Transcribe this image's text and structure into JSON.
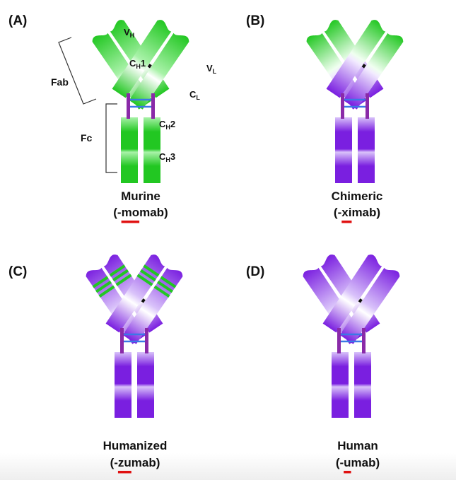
{
  "colors": {
    "green_dark": "#22c722",
    "green_light": "#a8f2a8",
    "purple_dark": "#7a1fe0",
    "purple_light": "#d9c2fa",
    "hinge_purple": "#8a2aa8",
    "disulfide_blue": "#3a78e6",
    "underline_red": "#e01010"
  },
  "panels": [
    {
      "letter": "(A)",
      "title": "Murine",
      "suffix_open": "(-",
      "suffix_stem": "mo",
      "suffix_close": "mab)",
      "scheme": "murine",
      "domain_labels": {
        "vh": [
          "V",
          "H",
          ""
        ],
        "ch1": [
          "C",
          "H",
          "1"
        ],
        "vl": [
          "V",
          "L",
          ""
        ],
        "cl": [
          "C",
          "L",
          ""
        ],
        "ch2": [
          "C",
          "H",
          "2"
        ],
        "ch3": [
          "C",
          "H",
          "3"
        ]
      },
      "bracket_labels": {
        "fab": "Fab",
        "fc": "Fc"
      }
    },
    {
      "letter": "(B)",
      "title": "Chimeric",
      "suffix_open": "(-",
      "suffix_stem": "xi",
      "suffix_close": "mab)",
      "scheme": "chimeric"
    },
    {
      "letter": "(C)",
      "title": "Humanized",
      "suffix_open": "(-",
      "suffix_stem": "zu",
      "suffix_close": "mab)",
      "scheme": "humanized"
    },
    {
      "letter": "(D)",
      "title": "Human",
      "suffix_open": "(-",
      "suffix_stem": "u",
      "suffix_close": "mab)",
      "scheme": "human"
    }
  ]
}
